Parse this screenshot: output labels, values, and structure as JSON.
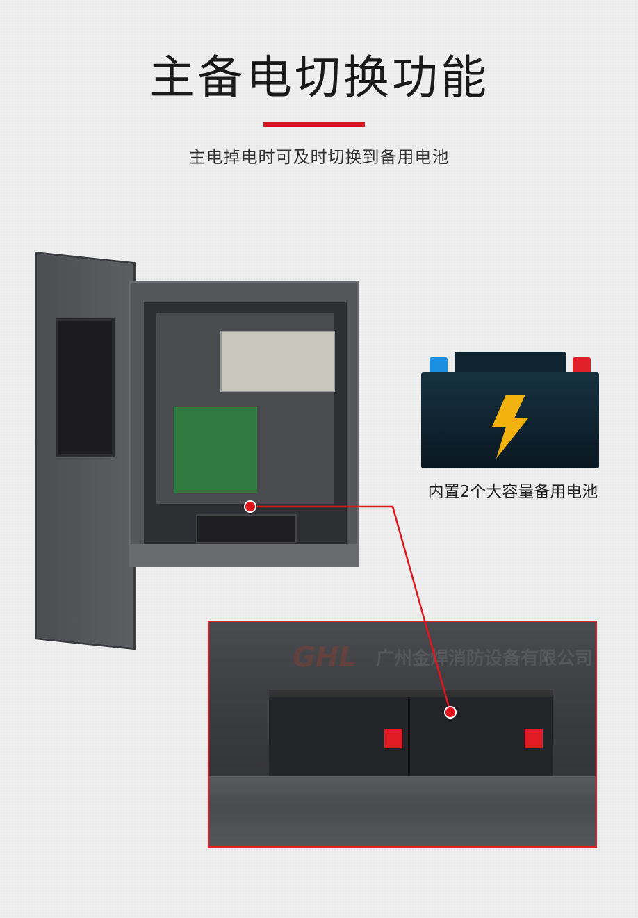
{
  "header": {
    "title": "主备电切换功能",
    "subtitle": "主电掉电时可及时切换到备用电池"
  },
  "battery_callout": {
    "caption": "内置2个大容量备用电池",
    "icon": "car-battery-lightning-icon"
  },
  "watermark": {
    "logo": "GHL",
    "company": "广州金焊消防设备有限公司"
  },
  "colors": {
    "accent": "#d7191f",
    "callout_line": "#e4141d"
  }
}
